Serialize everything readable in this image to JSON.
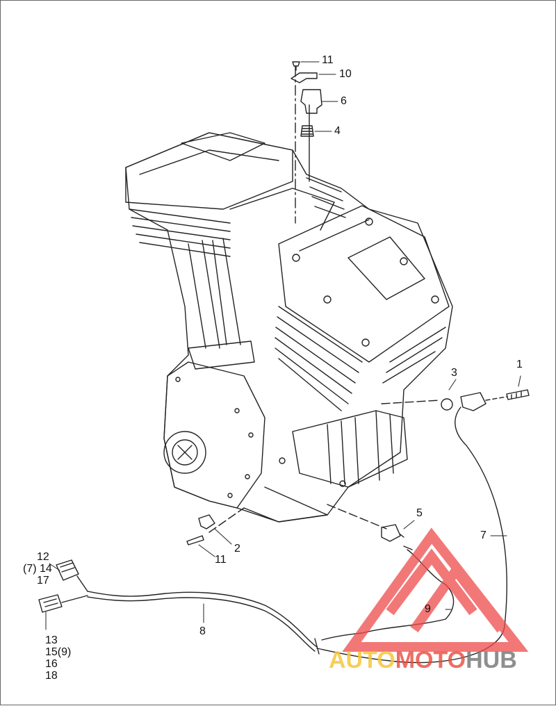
{
  "callouts": {
    "c1": "1",
    "c2": "2",
    "c3": "3",
    "c4": "4",
    "c5": "5",
    "c6": "6",
    "c7": "7",
    "c8": "8",
    "c9": "9",
    "c10": "10",
    "c11_top": "11",
    "c11_bottom": "11"
  },
  "left_stack_top": [
    "12",
    "(7) 14",
    "17"
  ],
  "left_stack_bottom": [
    "13",
    "15(9)",
    "16",
    "18"
  ],
  "watermark": {
    "part1": "AUTO",
    "part2": "MOTO",
    "part3": "HUB",
    "colors": {
      "part1": "#f6c63a",
      "part2": "#e94b3c",
      "part3": "#7b7b7b",
      "logo": "#ee4b4b"
    }
  }
}
